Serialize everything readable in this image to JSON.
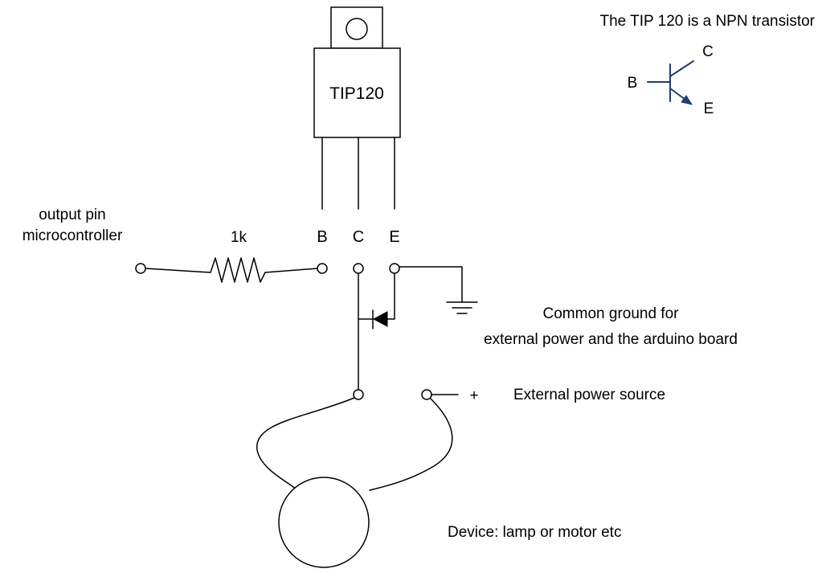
{
  "transistor": {
    "package_label": "TIP120",
    "pin_b": "B",
    "pin_c": "C",
    "pin_e": "E"
  },
  "symbol": {
    "caption": "The TIP 120 is a NPN transistor",
    "label_b": "B",
    "label_c": "C",
    "label_e": "E"
  },
  "input": {
    "line1": "output pin",
    "line2": "microcontroller"
  },
  "resistor": {
    "value": "1k"
  },
  "ground": {
    "line1": "Common ground for",
    "line2": "external power and the arduino board"
  },
  "power": {
    "plus": "+",
    "label": "External power source"
  },
  "device": {
    "label": "Device: lamp or motor etc"
  },
  "colors": {
    "line": "#000000",
    "symbol": "#1f3c78",
    "background": "#ffffff"
  }
}
